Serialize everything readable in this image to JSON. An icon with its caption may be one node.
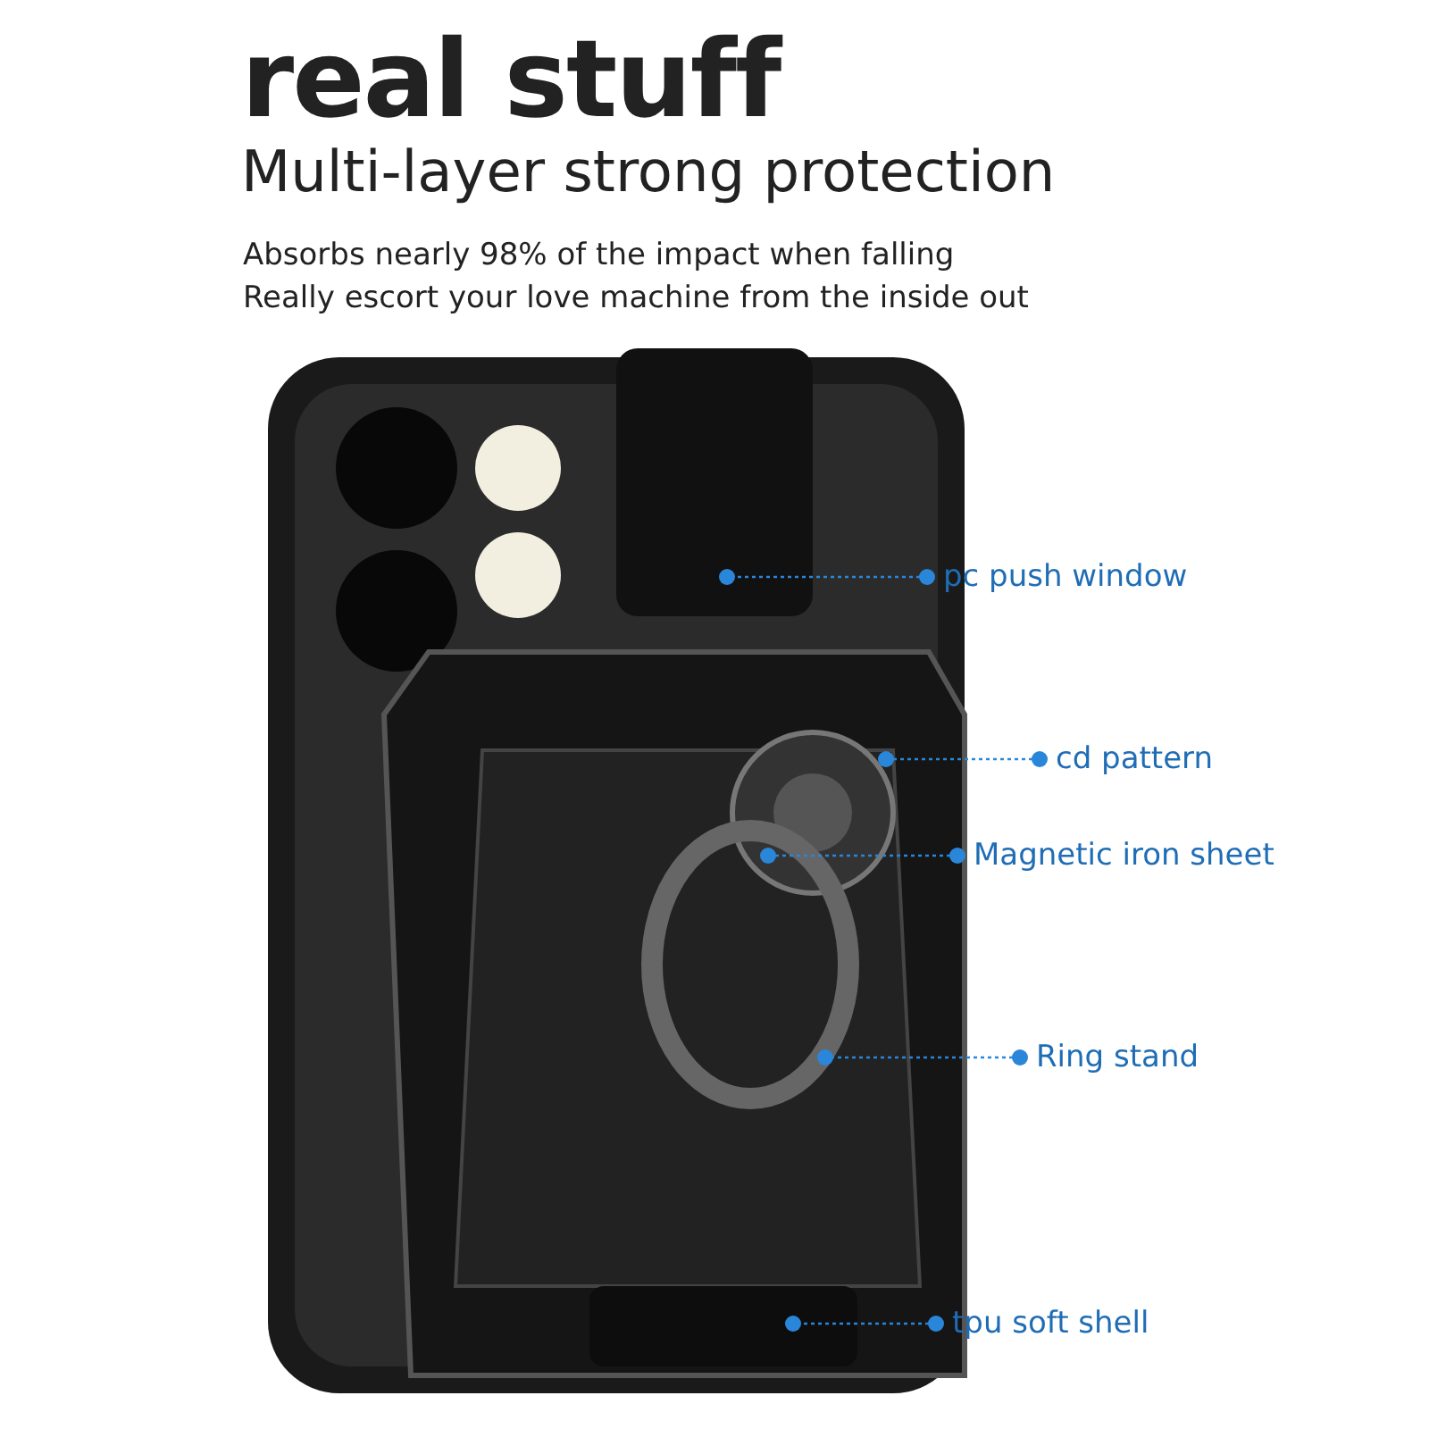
{
  "diagram": {
    "title": "real stuff",
    "nodes": [
      {
        "text": [
          "pc push window"
        ]
      },
      {
        "text": [
          "cd pattern"
        ]
      },
      {
        "text": [
          "Magnetic iron sheet"
        ]
      },
      {
        "text": [
          "Ring stand"
        ]
      },
      {
        "text": [
          "tpu soft shell"
        ]
      }
    ],
    "edges": [
      {
        "from": 0,
        "to": null,
        "arrow": "other"
      },
      {
        "from": 1,
        "to": null,
        "arrow": "other"
      },
      {
        "from": 2,
        "to": null,
        "arrow": "other"
      },
      {
        "from": 3,
        "to": null,
        "arrow": "other"
      },
      {
        "from": 4,
        "to": null,
        "arrow": "other"
      }
    ],
    "labels": [
      "Multi-layer strong protection",
      "Absorbs nearly 98% of the impact when falling",
      "Really escort your love machine from the inside out"
    ]
  }
}
